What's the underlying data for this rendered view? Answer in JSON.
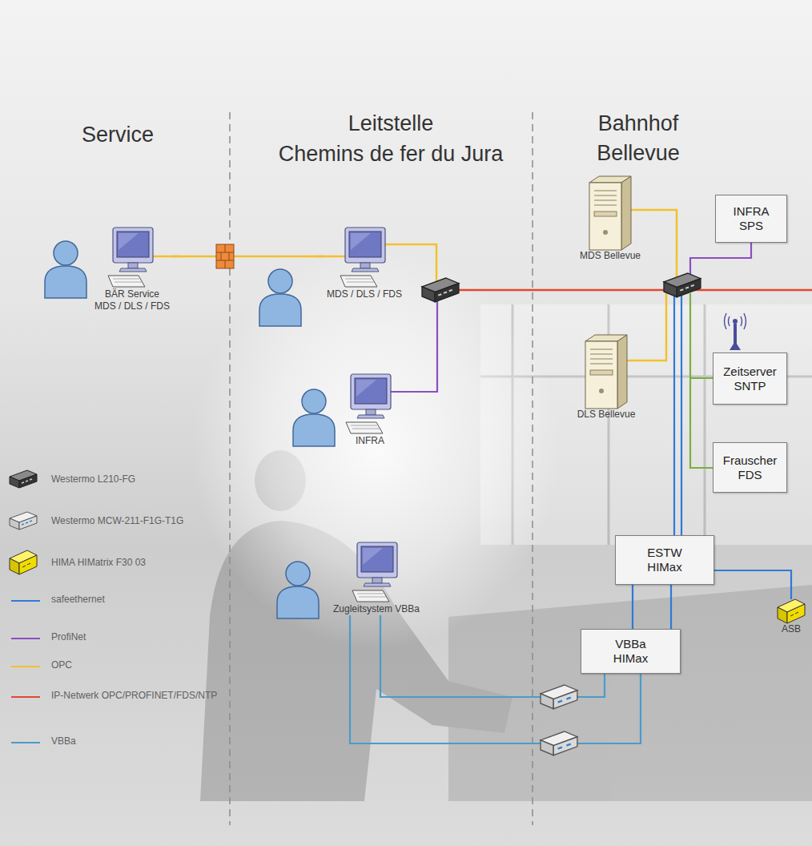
{
  "diagram": {
    "nodes": [
      {
        "text": [
          "BÄR Service",
          "MDS / DLS / FDS"
        ]
      },
      {
        "text": [
          "MDS / DLS / FDS"
        ]
      },
      {
        "text": [
          "MDS Bellevue"
        ]
      },
      {
        "text": [
          "INFRA SPS"
        ]
      },
      {
        "text": [
          "INFRA"
        ]
      },
      {
        "text": [
          "DLS Bellevue"
        ]
      },
      {
        "text": [
          "Zeitserver SNTP"
        ]
      },
      {
        "text": [
          "Frauscher FDS"
        ]
      },
      {
        "text": [
          "Zugleitsystem VBBa"
        ]
      },
      {
        "text": [
          "ESTW HIMax"
        ]
      },
      {
        "text": [
          "ASB"
        ]
      },
      {
        "text": [
          "VBBa HIMax"
        ]
      }
    ],
    "edges": [
      {
        "from": 0,
        "to": 1,
        "arrow": "none"
      },
      {
        "from": 9,
        "to": 11,
        "arrow": "none"
      },
      {
        "from": 9,
        "to": 11,
        "arrow": "none"
      },
      {
        "from": 9,
        "to": 10,
        "arrow": "none"
      },
      {
        "from": 8,
        "to": 11,
        "arrow": "none"
      },
      {
        "from": 8,
        "to": 11,
        "arrow": "none"
      }
    ],
    "labels": [
      "Service",
      "Leitstelle",
      "Chemins de fer du Jura",
      "Bahnhof Bellevue"
    ],
    "legend": [
      {
        "text": "Westermo L210-FG"
      },
      {
        "text": "Westermo MCW-211-F1G-T1G"
      },
      {
        "text": "HIMA HIMatrix F30 03"
      },
      {
        "text": "safeethernet"
      },
      {
        "text": "ProfiNet"
      },
      {
        "text": "OPC"
      },
      {
        "text": "IP-Netwerk OPC/PROFINET/FDS/NTP"
      },
      {
        "text": "VBBa"
      }
    ]
  }
}
